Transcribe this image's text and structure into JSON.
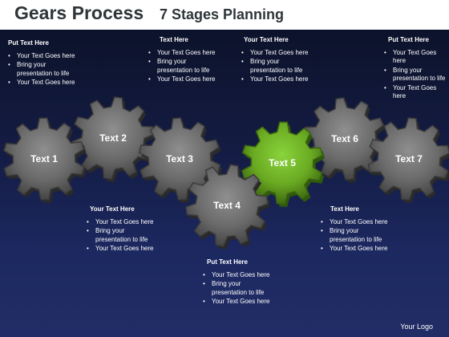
{
  "title": {
    "main": "Gears Process",
    "sub": "7 Stages Planning"
  },
  "gears": [
    {
      "label": "Text 1",
      "highlight": false
    },
    {
      "label": "Text 2",
      "highlight": false
    },
    {
      "label": "Text 3",
      "highlight": false
    },
    {
      "label": "Text 4",
      "highlight": false
    },
    {
      "label": "Text 5",
      "highlight": true
    },
    {
      "label": "Text 6",
      "highlight": false
    },
    {
      "label": "Text 7",
      "highlight": false
    }
  ],
  "notes": [
    {
      "heading": "Put Text Here",
      "bullets": [
        "Your Text Goes here",
        "Bring your presentation to life",
        "Your Text Goes here"
      ]
    },
    {
      "heading": "Text Here",
      "bullets": [
        "Your Text Goes here",
        "Bring your presentation to life",
        "Your Text Goes here"
      ]
    },
    {
      "heading": "Your Text Here",
      "bullets": [
        "Your Text Goes here",
        "Bring your presentation to life",
        "Your Text Goes here"
      ]
    },
    {
      "heading": "Put Text Here",
      "bullets": [
        "Your Text Goes here",
        "Bring your presentation to life",
        "Your Text Goes here"
      ]
    },
    {
      "heading": "Your Text Here",
      "bullets": [
        "Your Text Goes here",
        "Bring your presentation to life",
        "Your Text Goes here"
      ]
    },
    {
      "heading": "Put Text Here",
      "bullets": [
        "Your Text Goes here",
        "Bring your presentation to life",
        "Your Text Goes here"
      ]
    },
    {
      "heading": "Text Here",
      "bullets": [
        "Your Text Goes here",
        "Bring your presentation to life",
        "Your Text Goes here"
      ]
    }
  ],
  "colors": {
    "gear": "#6b6b6b",
    "highlight": "#6fb625",
    "background": "#141c44"
  },
  "logo": "Your Logo"
}
